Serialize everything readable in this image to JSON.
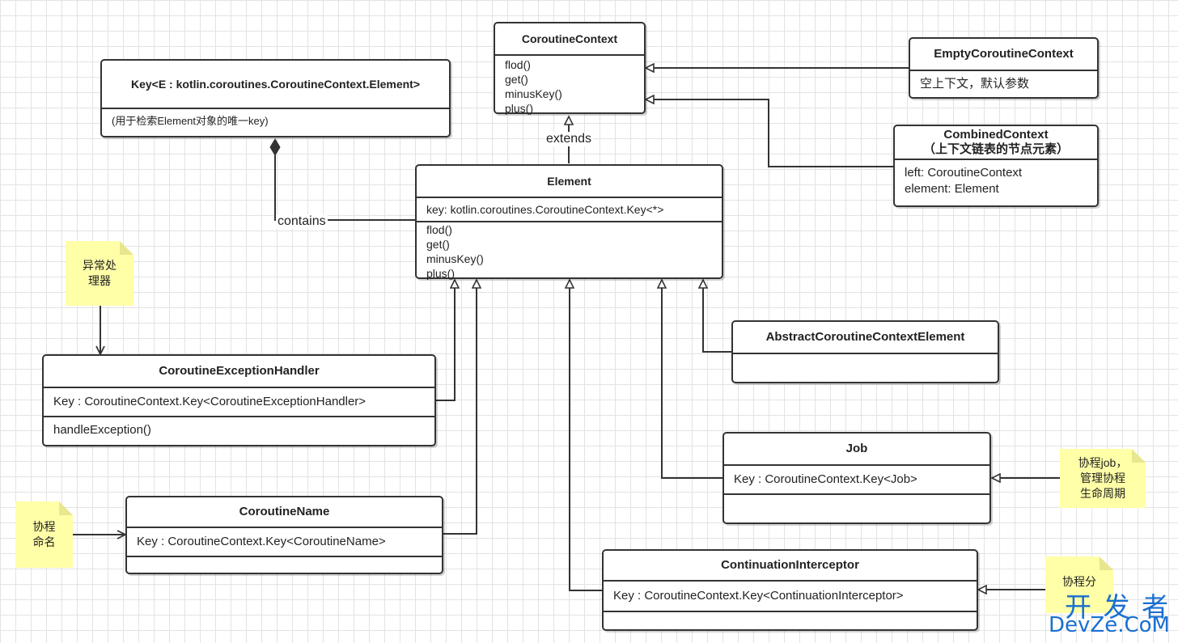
{
  "classes": {
    "coroutine_context": {
      "title": "CoroutineContext",
      "methods": [
        "flod()",
        "get()",
        "minusKey()",
        "plus()"
      ]
    },
    "empty_context": {
      "title": "EmptyCoroutineContext",
      "body": [
        "空上下文，默认参数"
      ]
    },
    "combined_context": {
      "title_lines": [
        "CombinedContext",
        "（上下文链表的节点元素）"
      ],
      "fields": [
        "left: CoroutineContext",
        "element: Element"
      ]
    },
    "key": {
      "title": "Key<E : kotlin.coroutines.CoroutineContext.Element>",
      "body": [
        "(用于检索Element对象的唯一key)"
      ]
    },
    "element": {
      "title": "Element",
      "fields": [
        "key: kotlin.coroutines.CoroutineContext.Key<*>"
      ],
      "methods": [
        "flod()",
        "get()",
        "minusKey()",
        "plus()"
      ]
    },
    "abstract_element": {
      "title": "AbstractCoroutineContextElement"
    },
    "exception_handler": {
      "title": "CoroutineExceptionHandler",
      "fields": [
        "Key : CoroutineContext.Key<CoroutineExceptionHandler>"
      ],
      "methods": [
        "handleException()"
      ]
    },
    "coroutine_name": {
      "title": "CoroutineName",
      "fields": [
        "Key : CoroutineContext.Key<CoroutineName>"
      ]
    },
    "job": {
      "title": "Job",
      "fields": [
        "Key : CoroutineContext.Key<Job>"
      ]
    },
    "interceptor": {
      "title": "ContinuationInterceptor",
      "fields": [
        "Key : CoroutineContext.Key<ContinuationInterceptor>"
      ]
    }
  },
  "notes": {
    "exception_handler": [
      "异常处",
      "理器"
    ],
    "coroutine_name": [
      "协程",
      "命名"
    ],
    "job": [
      "协程job，",
      "管理协程",
      "生命周期"
    ],
    "interceptor": [
      "协程分"
    ]
  },
  "labels": {
    "extends": "extends",
    "contains": "contains"
  },
  "watermark": {
    "line1": "开 发 者",
    "line2": "DevZe.CoM"
  },
  "colors": {
    "stroke": "#333333",
    "note": "#ffffa8",
    "grid": "#e3e3e3",
    "watermark": "#1a6fd1"
  }
}
